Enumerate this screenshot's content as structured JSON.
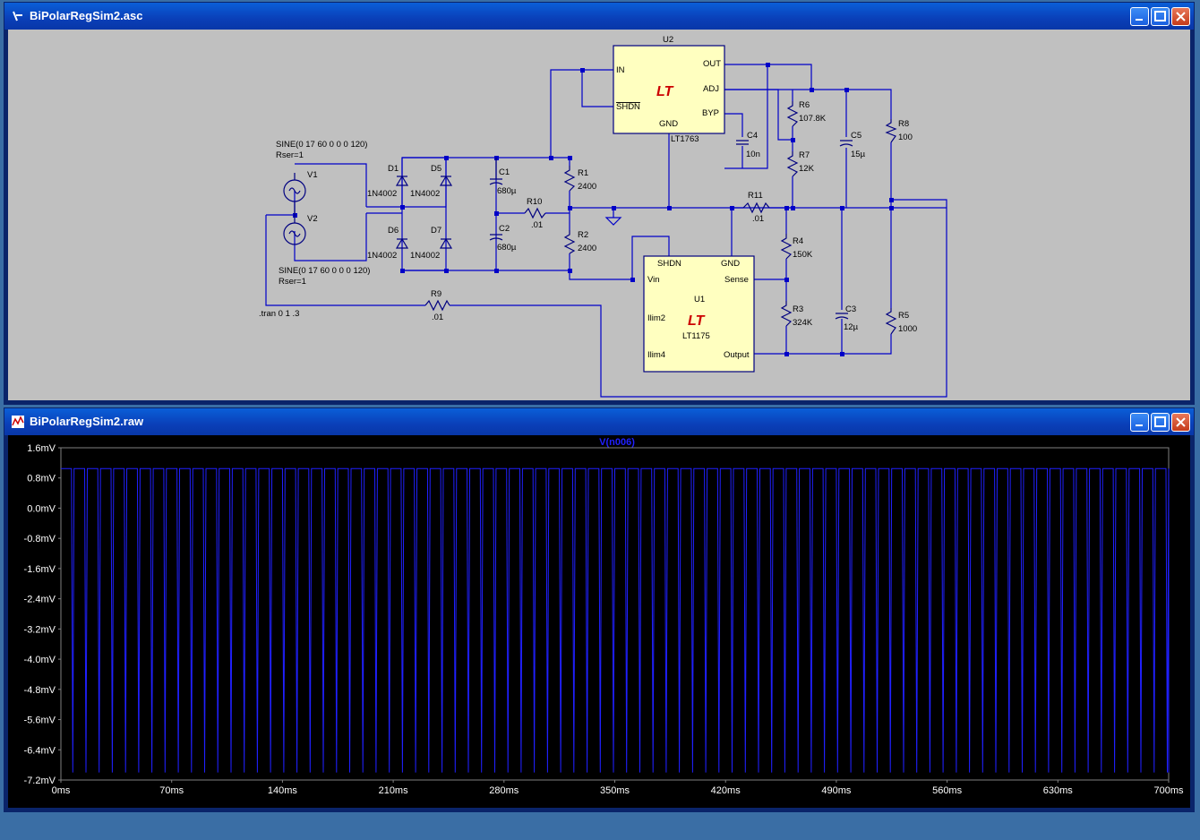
{
  "schematic_window": {
    "title": "BiPolarRegSim2.asc",
    "components": {
      "V1": "V1",
      "V2": "V2",
      "V1_value": "SINE(0 17 60 0 0 0 120)",
      "V1_rser": "Rser=1",
      "V2_value": "SINE(0 17 60 0 0 0 120)",
      "V2_rser": "Rser=1",
      "D1": "D1",
      "D5": "D5",
      "D6": "D6",
      "D7": "D7",
      "diode_model": "1N4002",
      "C1": "C1",
      "C1_value": "680µ",
      "C2": "C2",
      "C2_value": "680µ",
      "R1": "R1",
      "R1_value": "2400",
      "R2": "R2",
      "R2_value": "2400",
      "R10": "R10",
      "R10_value": ".01",
      "R11": "R11",
      "R11_value": ".01",
      "R9": "R9",
      "R9_value": ".01",
      "R6": "R6",
      "R6_value": "107.8K",
      "R7": "R7",
      "R7_value": "12K",
      "R4": "R4",
      "R4_value": "150K",
      "R3": "R3",
      "R3_value": "324K",
      "R8": "R8",
      "R8_value": "100",
      "R5": "R5",
      "R5_value": "1000",
      "C4": "C4",
      "C4_value": "10n",
      "C5": "C5",
      "C5_value": "15µ",
      "C3": "C3",
      "C3_value": "12µ",
      "tran": ".tran 0 1 .3"
    },
    "u2": {
      "ref": "U2",
      "part": "LT1763",
      "pin_in": "IN",
      "pin_shdn": "SHDN",
      "pin_gnd": "GND",
      "pin_out": "OUT",
      "pin_adj": "ADJ",
      "pin_byp": "BYP"
    },
    "u1": {
      "ref": "U1",
      "part": "LT1175",
      "pin_shdn": "SHDN",
      "pin_gnd": "GND",
      "pin_vin": "Vin",
      "pin_sense": "Sense",
      "pin_ilim2": "Ilim2",
      "pin_ilim4": "Ilim4",
      "pin_output": "Output"
    },
    "logo": "LT"
  },
  "waveform_window": {
    "title": "BiPolarRegSim2.raw",
    "trace_name": "V(n006)",
    "trace_color": "#2020ff",
    "y_ticks": [
      "1.6mV",
      "0.8mV",
      "0.0mV",
      "-0.8mV",
      "-1.6mV",
      "-2.4mV",
      "-3.2mV",
      "-4.0mV",
      "-4.8mV",
      "-5.6mV",
      "-6.4mV",
      "-7.2mV"
    ],
    "x_ticks": [
      "0ms",
      "70ms",
      "140ms",
      "210ms",
      "280ms",
      "350ms",
      "420ms",
      "490ms",
      "560ms",
      "630ms",
      "700ms"
    ]
  },
  "chart_data": {
    "type": "line",
    "title": "V(n006)",
    "xlabel": "",
    "ylabel": "",
    "xlim": [
      0,
      700
    ],
    "x_unit": "ms",
    "ylim": [
      -7.2,
      1.6
    ],
    "y_unit": "mV",
    "series": [
      {
        "name": "V(n006)",
        "description_period_ms": 8.333,
        "high_mV": 1.05,
        "low_mV": -7.0,
        "duty_high": 0.8
      }
    ],
    "grid": false
  },
  "colors": {
    "window_frame": "#0a246a",
    "schematic_bg": "#c0c0c0",
    "wire": "#0000c8",
    "component": "#000080",
    "chip_fill": "#ffffc0",
    "plot_bg": "#000000",
    "axis_text": "#ffffff"
  }
}
